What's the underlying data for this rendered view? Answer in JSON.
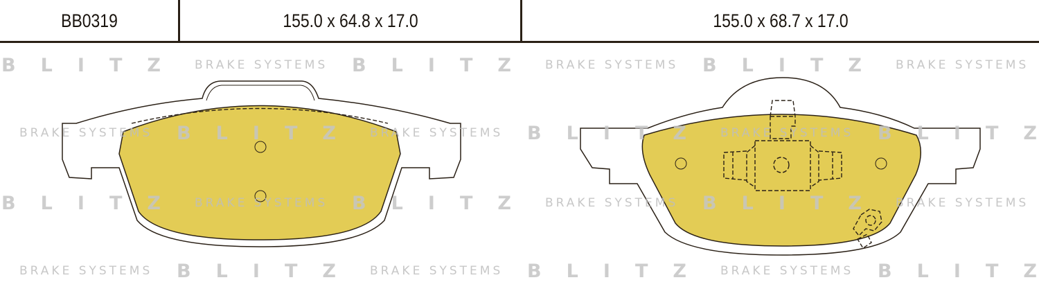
{
  "header": {
    "part_number": "BB0319",
    "dimensions_left": "155.0 x 64.8 x 17.0",
    "dimensions_right": "155.0 x 68.7 x 17.0"
  },
  "watermark": {
    "brand": "B L I T Z",
    "tagline": "BRAKE SYSTEMS"
  },
  "colors": {
    "friction_material": "#e3cc55",
    "outline": "#2a2016",
    "watermark": "#d6d6d6"
  }
}
